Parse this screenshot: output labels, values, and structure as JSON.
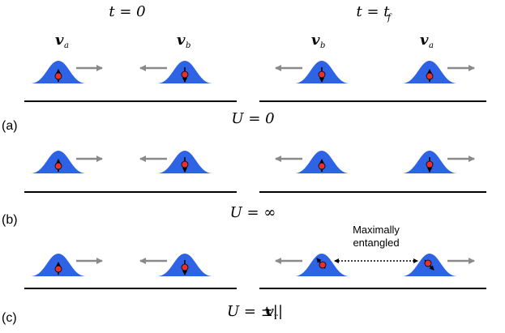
{
  "header": {
    "left_time": "t = 0",
    "right_time_main": "t = t",
    "right_time_sub": "f"
  },
  "velocity_labels": {
    "va_main": "v",
    "va_sub": "a",
    "vb_main": "v",
    "vb_sub": "b"
  },
  "panels": [
    {
      "id": "a",
      "label": "(a)",
      "condition": "U = 0"
    },
    {
      "id": "b",
      "label": "(b)",
      "condition": "U = ∞"
    },
    {
      "id": "c",
      "label": "(c)",
      "condition_prefix": "U = ±|",
      "condition_v": "v",
      "condition_sub": "r",
      "condition_suffix": "|"
    }
  ],
  "annotation": {
    "line1": "Maximally",
    "line2": "entangled"
  },
  "colors": {
    "wavepacket": "#2f63e6",
    "particle": "#e8312a",
    "arrow": "#8a8a8a",
    "baseline": "#000000"
  }
}
